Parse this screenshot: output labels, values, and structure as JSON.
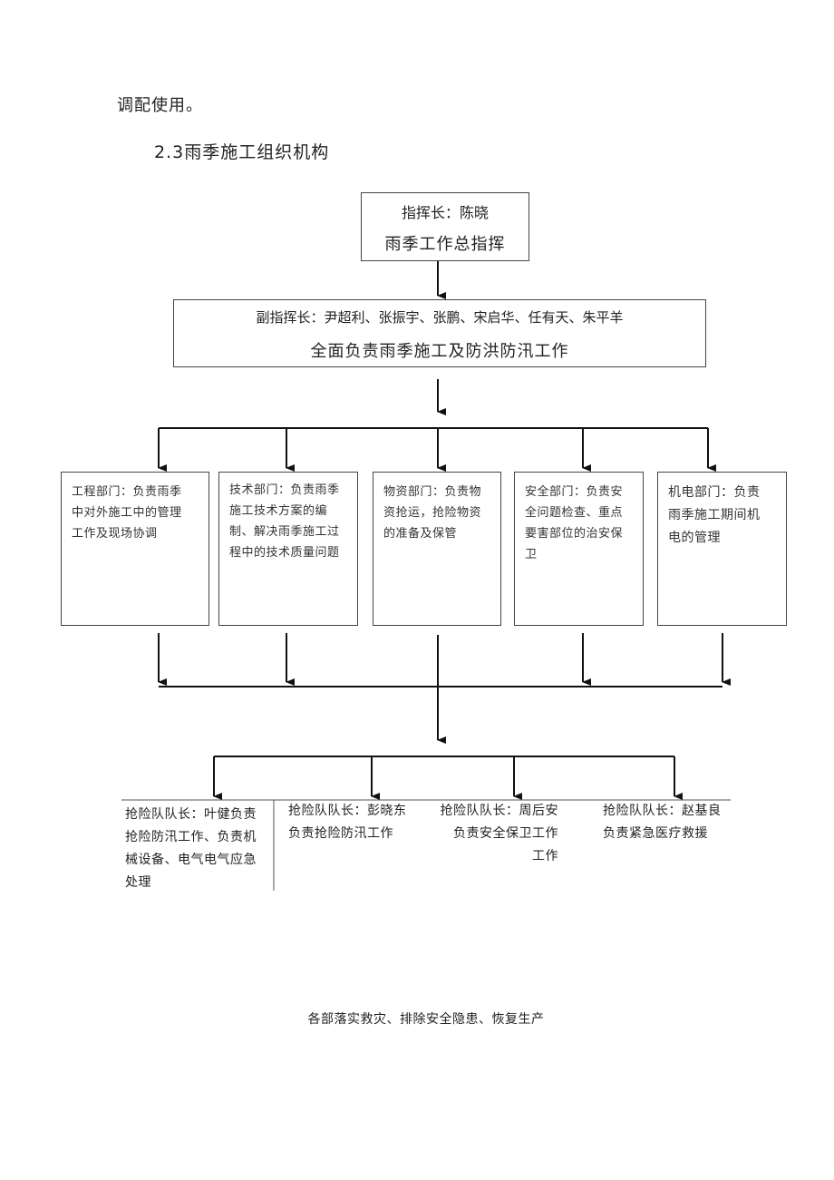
{
  "intro_text": "调配使用。",
  "section_heading": "2.3雨季施工组织机构",
  "commander": {
    "line1": "指挥长：陈晓",
    "line2": "雨季工作总指挥"
  },
  "deputy": {
    "line1": "副指挥长：尹超利、张振宇、张鹏、宋启华、任有天、朱平羊",
    "line2": "全面负责雨季施工及防洪防汛工作"
  },
  "departments": [
    {
      "text": "工程部门：负责雨季\n中对外施工中的管理\n工作及现场协调"
    },
    {
      "text": "技术部门：负责雨季\n施工技术方案的编\n制、解决雨季施工过\n程中的技术质量问题"
    },
    {
      "text": "物资部门：负责物\n资抢运，抢险物资\n的准备及保管"
    },
    {
      "text": "安全部门：负责安\n全问题检查、重点\n要害部位的治安保\n卫"
    },
    {
      "text": "机电部门：负责\n雨季施工期间机\n电的管理"
    }
  ],
  "rescue_teams": [
    {
      "text": "抢险队队长：叶健负责\n抢险防汛工作、负责机\n械设备、电气电气应急\n处理"
    },
    {
      "text": "抢险队队长：彭晓东\n负责抢险防汛工作"
    },
    {
      "text": "抢险队队长：周后安\n负责安全保卫工作\n工作"
    },
    {
      "text": "抢险队队长：赵基良\n负责紧急医疗救援"
    }
  ],
  "footer_text": "各部落实救灾、排除安全隐患、恢复生产"
}
